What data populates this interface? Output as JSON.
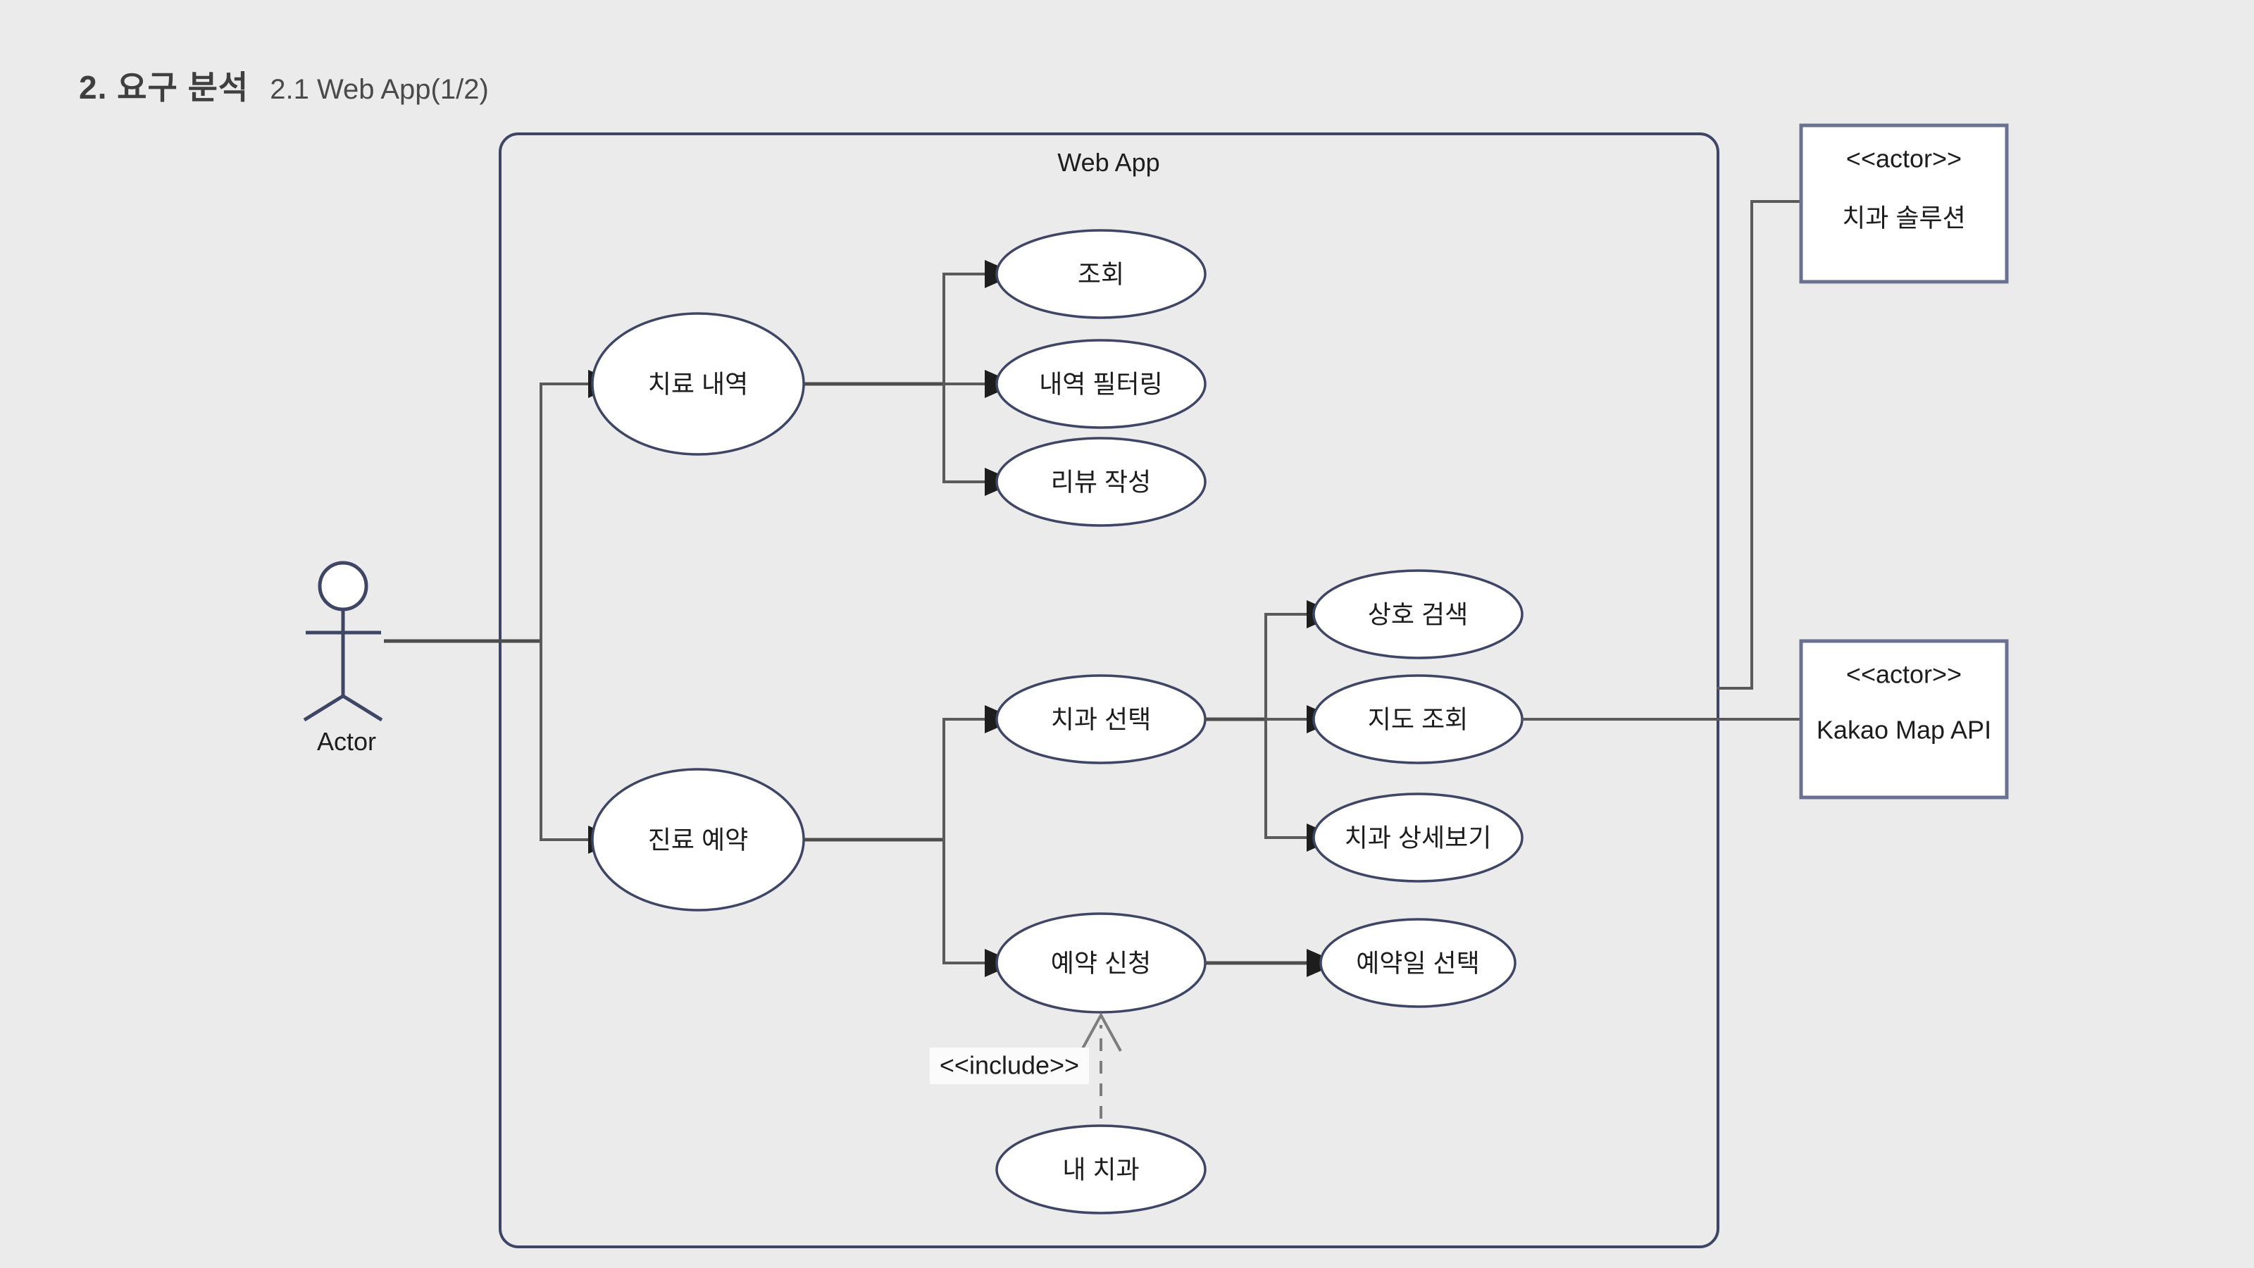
{
  "heading": {
    "section_number_title": "2. 요구 분석",
    "subsection": "2.1 Web App(1/2)"
  },
  "diagram": {
    "type": "uml-use-case-diagram",
    "background_color": "#ebebeb",
    "boundary": {
      "title": "Web App",
      "border_color": "#3f4564"
    },
    "primary_actor": {
      "caption": "Actor",
      "stroke_color": "#3f4564"
    },
    "external_actors": [
      {
        "stereotype": "<<actor>>",
        "name": "치과 솔루션"
      },
      {
        "stereotype": "<<actor>>",
        "name": "Kakao Map API"
      }
    ],
    "use_cases": [
      {
        "id": "uc_treatment_history",
        "label": "치료 내역"
      },
      {
        "id": "uc_lookup",
        "label": "조회"
      },
      {
        "id": "uc_filter_history",
        "label": "내역 필터링"
      },
      {
        "id": "uc_write_review",
        "label": "리뷰 작성"
      },
      {
        "id": "uc_reservation",
        "label": "진료 예약"
      },
      {
        "id": "uc_select_clinic",
        "label": "치과 선택"
      },
      {
        "id": "uc_search_name",
        "label": "상호 검색"
      },
      {
        "id": "uc_map_lookup",
        "label": "지도 조회"
      },
      {
        "id": "uc_clinic_detail",
        "label": "치과 상세보기"
      },
      {
        "id": "uc_request_booking",
        "label": "예약 신청"
      },
      {
        "id": "uc_pick_date",
        "label": "예약일 선택"
      },
      {
        "id": "uc_my_clinic",
        "label": "내 치과"
      }
    ],
    "relationships": [
      {
        "from": "Actor",
        "to": "치료 내역",
        "kind": "association-arrow"
      },
      {
        "from": "Actor",
        "to": "진료 예약",
        "kind": "association-arrow"
      },
      {
        "from": "치료 내역",
        "to": "조회",
        "kind": "association-arrow"
      },
      {
        "from": "치료 내역",
        "to": "내역 필터링",
        "kind": "association-arrow"
      },
      {
        "from": "치료 내역",
        "to": "리뷰 작성",
        "kind": "association-arrow"
      },
      {
        "from": "진료 예약",
        "to": "치과 선택",
        "kind": "association-arrow"
      },
      {
        "from": "진료 예약",
        "to": "예약 신청",
        "kind": "association-arrow"
      },
      {
        "from": "치과 선택",
        "to": "상호 검색",
        "kind": "association-arrow"
      },
      {
        "from": "치과 선택",
        "to": "지도 조회",
        "kind": "association-arrow"
      },
      {
        "from": "치과 선택",
        "to": "치과 상세보기",
        "kind": "association-arrow"
      },
      {
        "from": "예약 신청",
        "to": "예약일 선택",
        "kind": "association-arrow"
      },
      {
        "from": "내 치과",
        "to": "예약 신청",
        "kind": "include",
        "label": "<<include>>"
      },
      {
        "from": "치과 솔루션",
        "to": "Web App",
        "kind": "association"
      },
      {
        "from": "지도 조회",
        "to": "Kakao Map API",
        "kind": "association"
      }
    ],
    "include_label": "<<include>>"
  }
}
